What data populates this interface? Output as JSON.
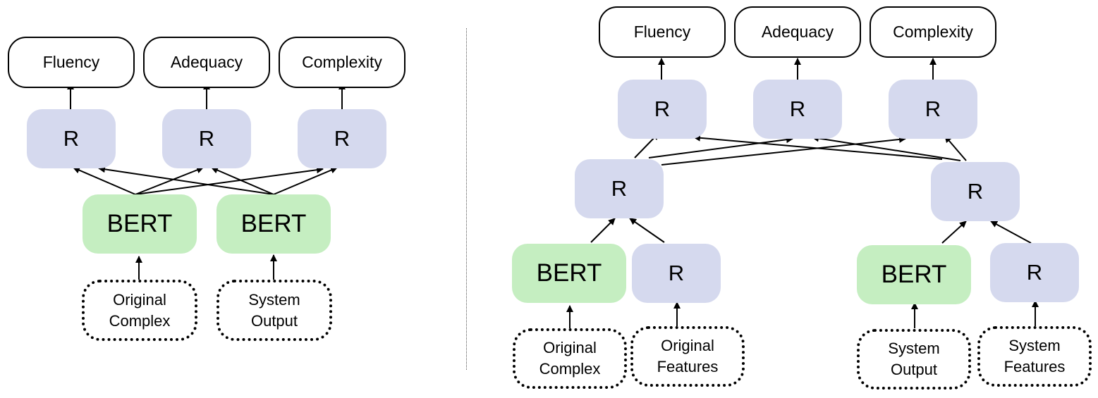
{
  "left_panel": {
    "outputs": [
      "Fluency",
      "Adequacy",
      "Complexity"
    ],
    "regressors": [
      "R",
      "R",
      "R"
    ],
    "encoders": [
      "BERT",
      "BERT"
    ],
    "inputs": [
      {
        "line1": "Original",
        "line2": "Complex"
      },
      {
        "line1": "System",
        "line2": "Output"
      }
    ]
  },
  "right_panel": {
    "outputs": [
      "Fluency",
      "Adequacy",
      "Complexity"
    ],
    "top_regressors": [
      "R",
      "R",
      "R"
    ],
    "mid_regressors": [
      "R",
      "R"
    ],
    "encoders": [
      "BERT",
      "BERT"
    ],
    "feature_regressors": [
      "R",
      "R"
    ],
    "inputs": [
      {
        "line1": "Original",
        "line2": "Complex"
      },
      {
        "line1": "Original",
        "line2": "Features"
      },
      {
        "line1": "System",
        "line2": "Output"
      },
      {
        "line1": "System",
        "line2": "Features"
      }
    ]
  },
  "colors": {
    "regressor_fill": "#d5d9ee",
    "encoder_fill": "#c5eec1",
    "outline": "#000000"
  }
}
